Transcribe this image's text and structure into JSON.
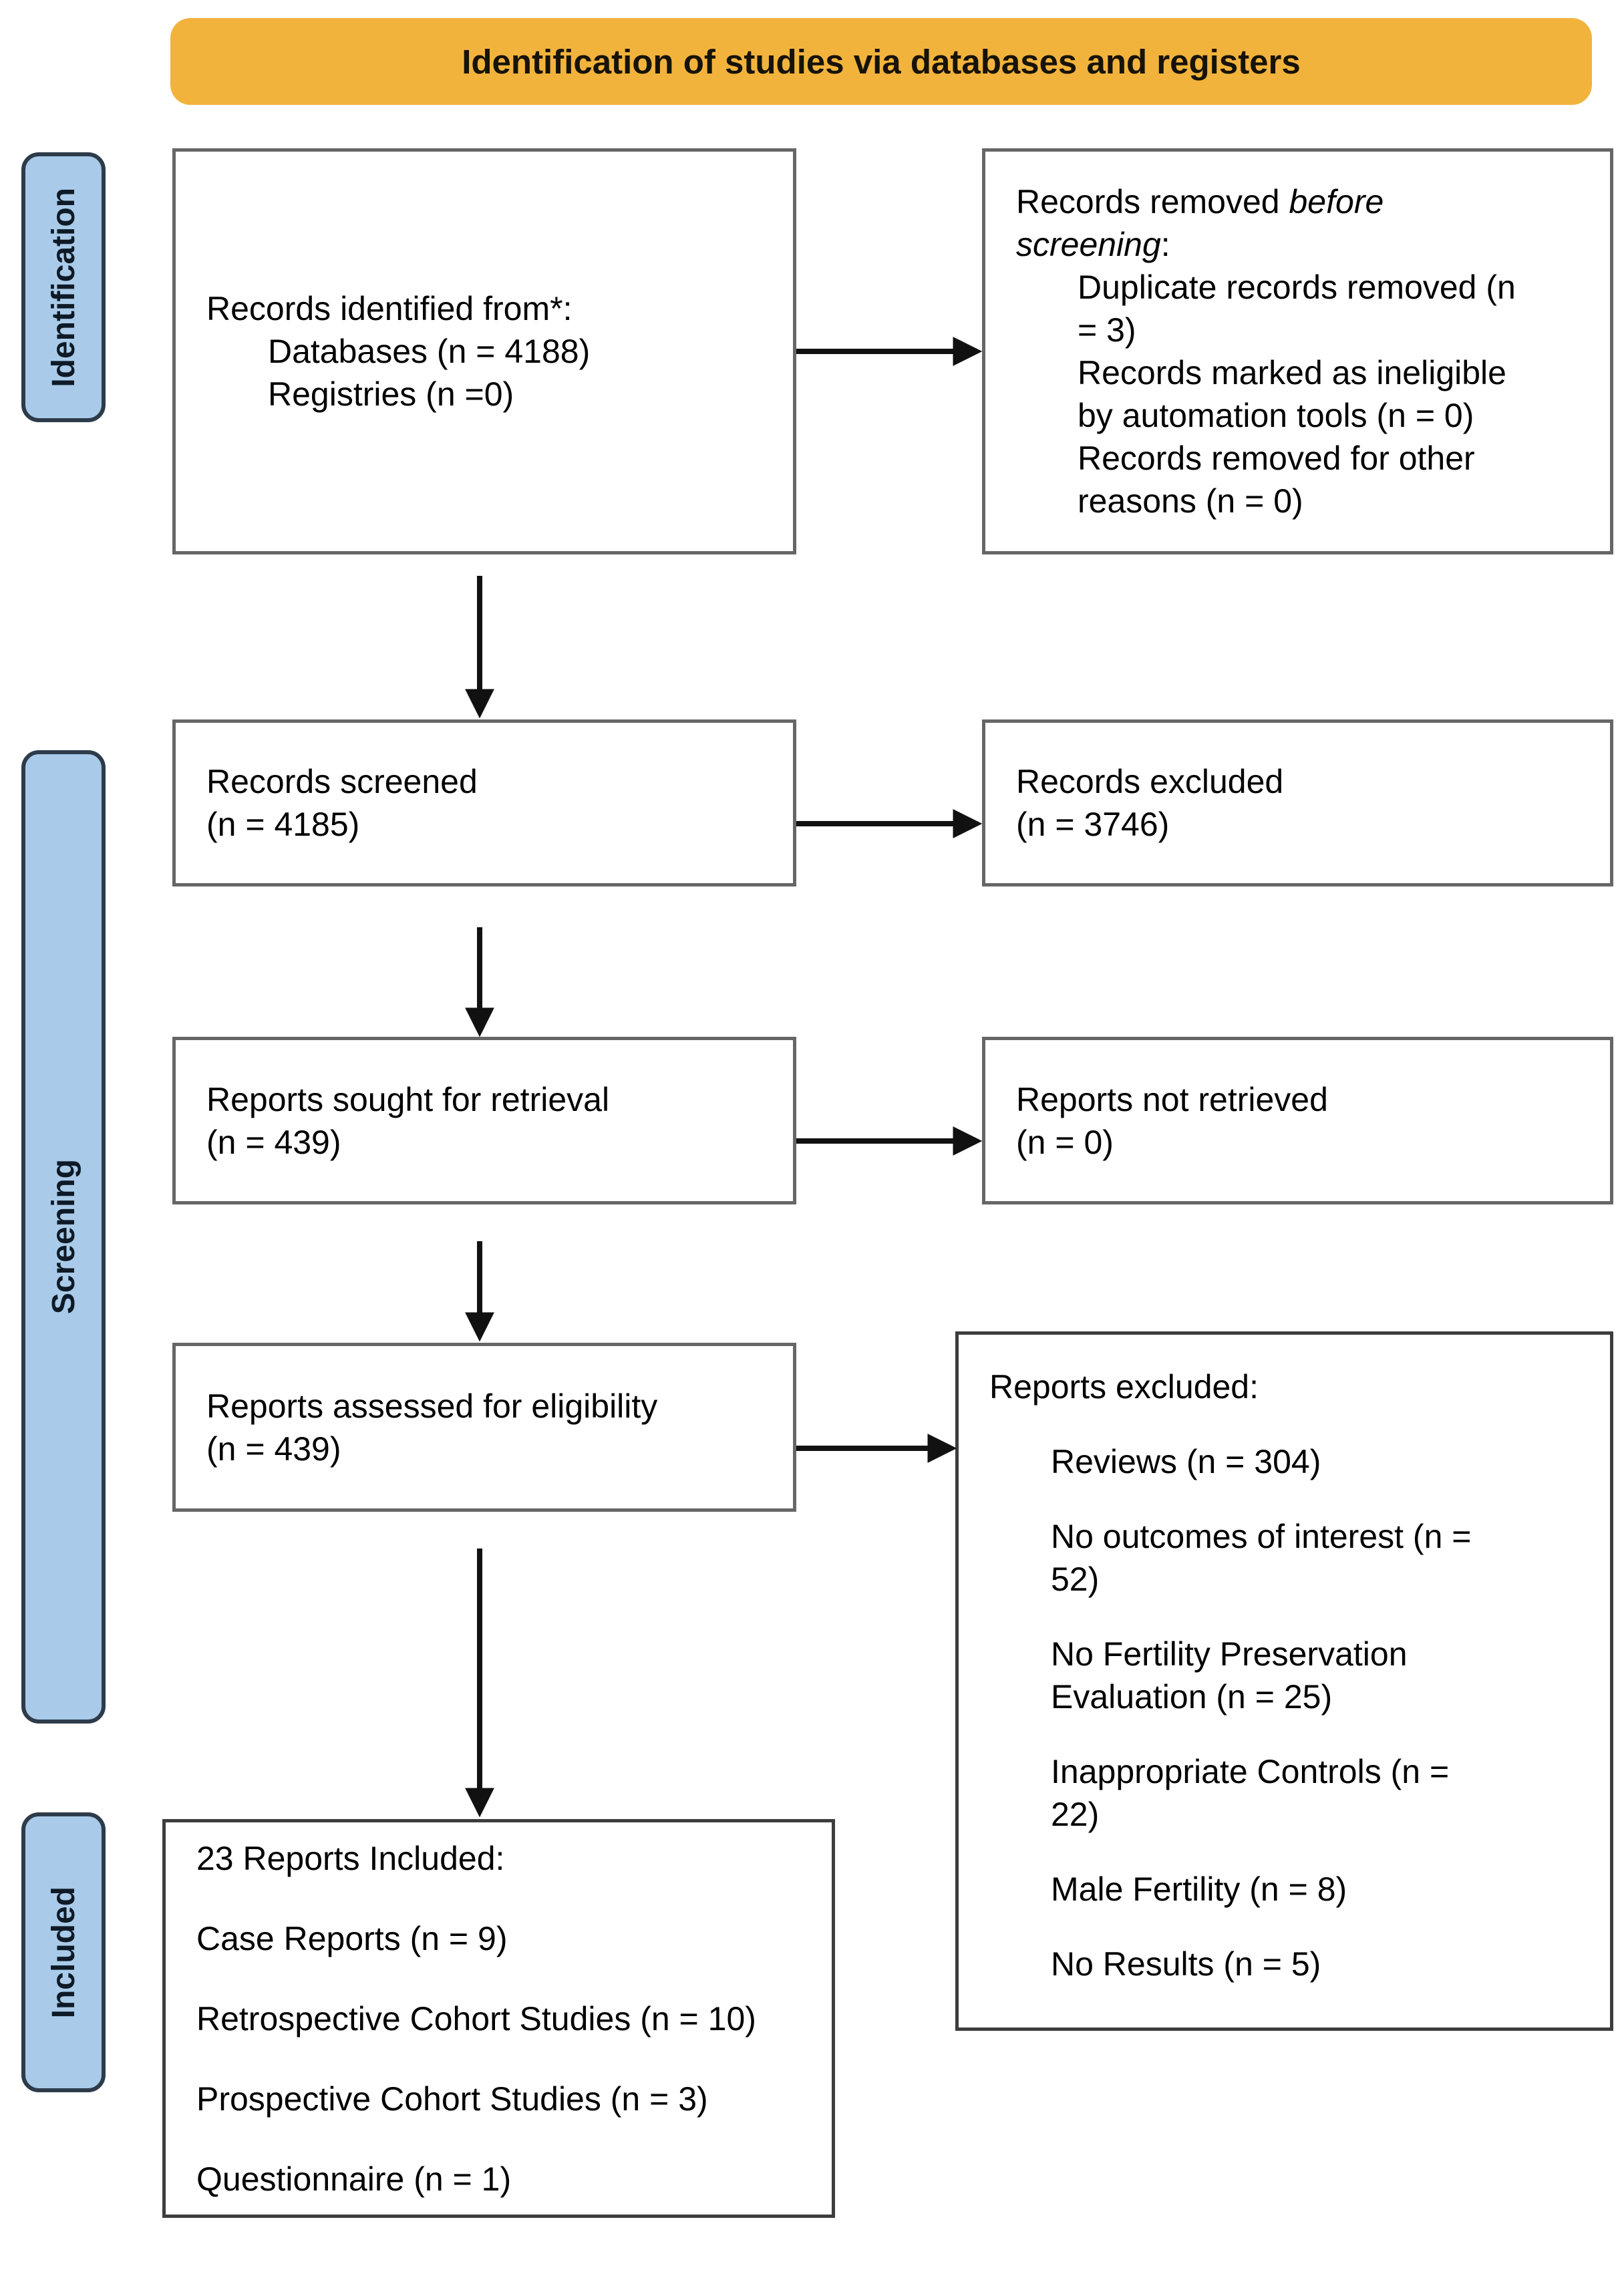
{
  "banner": {
    "title": "Identification of studies via databases and registers"
  },
  "stages": {
    "identification": "Identification",
    "screening": "Screening",
    "included": "Included"
  },
  "boxes": {
    "records_identified": {
      "title": "Records identified from*:",
      "items": [
        "Databases (n = 4188)",
        "Registries (n =0)"
      ]
    },
    "records_removed": {
      "title_prefix": "Records removed ",
      "title_italic": "before\nscreening",
      "title_suffix": ":",
      "items": [
        "Duplicate records removed (n\n= 3)",
        "Records marked as ineligible\nby automation tools (n = 0)",
        "Records removed for other\nreasons (n = 0)"
      ]
    },
    "records_screened": {
      "text": "Records screened\n(n = 4185)"
    },
    "records_excluded": {
      "text": "Records excluded\n(n = 3746)"
    },
    "reports_sought": {
      "text": "Reports sought for retrieval\n(n = 439)"
    },
    "reports_not_retrieved": {
      "text": "Reports not retrieved\n(n = 0)"
    },
    "reports_assessed": {
      "text": "Reports assessed for eligibility\n(n = 439)"
    },
    "reports_excluded": {
      "title": "Reports excluded:",
      "items": [
        "Reviews (n = 304)",
        "No outcomes of interest (n =\n52)",
        "No Fertility Preservation\nEvaluation (n = 25)",
        "Inappropriate Controls (n =\n22)",
        "Male Fertility (n = 8)",
        "No Results (n = 5)"
      ]
    },
    "reports_included": {
      "items": [
        "23 Reports Included:",
        "Case Reports (n = 9)",
        "Retrospective Cohort Studies (n = 10)",
        "Prospective Cohort Studies (n = 3)",
        "Questionnaire (n = 1)"
      ]
    }
  },
  "colors": {
    "banner_bg": "#F2B33D",
    "stage_fill": "#A9CBE9",
    "stage_border": "#2D3B4A",
    "box_border": "#666666",
    "arrow": "#111111"
  }
}
